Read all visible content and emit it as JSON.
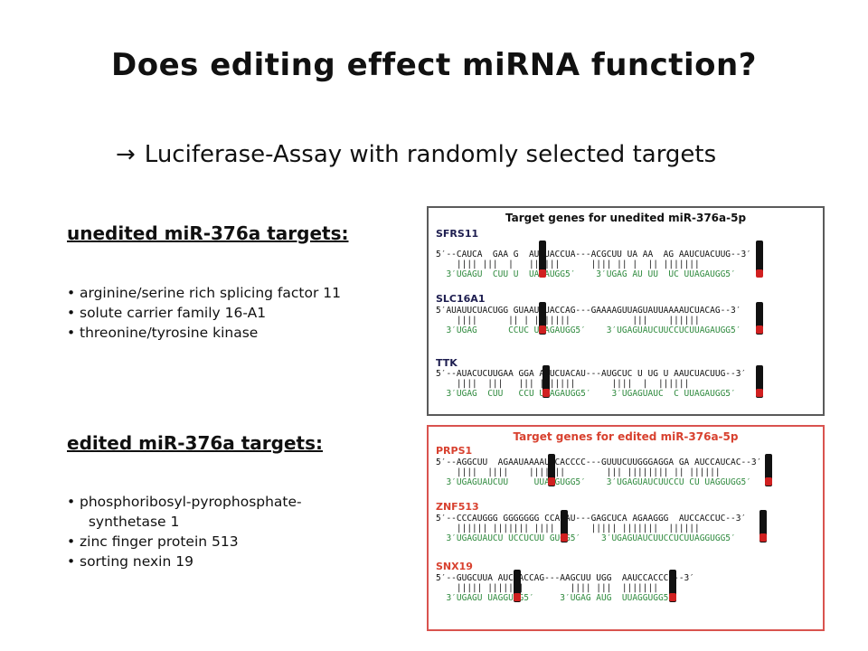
{
  "title": "Does editing effect miRNA function?",
  "subtitle": {
    "arrow": "→",
    "text": "Luciferase-Assay with randomly selected targets"
  },
  "unedited": {
    "heading": "unedited miR-376a targets:",
    "items": [
      "arginine/serine rich splicing factor 11",
      "solute carrier family 16-A1",
      "threonine/tyrosine kinase"
    ]
  },
  "edited": {
    "heading": "edited miR-376a targets:",
    "items": [
      "phosphoribosyl-pyrophosphate-  synthetase 1",
      "zinc finger protein 513",
      "sorting nexin 19"
    ]
  },
  "figure": {
    "unedited_panel": {
      "title": "Target genes for unedited miR-376a-5p",
      "genes": [
        {
          "name": "SFRS11",
          "mrna": "5′--CAUCA  GAA G  AUCUACCUA---ACGCUU UA AA  AG AAUCUACUUG--3′",
          "pair": "    |||| |||  |   ||||||      |||| || |  || |||||||",
          "mirna": "  3′UGAGU  CUU U  UAGAUGG5′    3′UGAG AU UU  UC UUAGAUGG5′"
        },
        {
          "name": "SLC16A1",
          "mrna": "5′AUAUUCUACUGG GUAAUCUACCAG---GAAAAGUUAGUAUUAAAAUCUACAG--3′",
          "pair": "    ||||      || | |||||||            |||    ||||||",
          "mirna": "  3′UGAG      CCUC UUAGAUGG5′    3′UGAGUAUCUUCCUCUUAGAUGG5′"
        },
        {
          "name": "TTK",
          "mrna": "5′--AUACUCUUGAA GGA AAUCUACAU---AUGCUC U UG U AAUCUACUUG--3′",
          "pair": "    ||||  |||   ||| |||||||       ||||  |  ||||||",
          "mirna": "  3′UGAG  CUU   CCU UUAGAUGG5′    3′UGAGUAUC  C UUAGAUGG5′"
        }
      ]
    },
    "edited_panel": {
      "title": "Target genes for edited miR-376a-5p",
      "genes": [
        {
          "name": "PRPS1",
          "mrna": "5′--AGGCUU  AGAAUAAAAUCCACCCC---GUUUCUUGGGAGGA GA AUCCAUCAC--3′",
          "pair": "    ||||  ||||    |||||||        ||| |||||||| || ||||||",
          "mirna": "  3′UGAGUAUCUU     UUAGGUGG5′    3′UGAGUAUCUUCCU CU UAGGUGG5′"
        },
        {
          "name": "ZNF513",
          "mrna": "5′--CCCAUGGG GGGGGGG CCAUAU---GAGCUCA AGAAGGG  AUCCACCUC--3′",
          "pair": "    |||||| ||||||| ||||       ||||| |||||||  ||||||",
          "mirna": "  3′UGAGUAUCU UCCUCUU GUGG5′    3′UGAGUAUCUUCCUCUUAGGUGG5′"
        },
        {
          "name": "SNX19",
          "mrna": "5′--GUGCUUA AUCCACCAG---AAGCUU UGG  AAUCCACCCC--3′",
          "pair": "    ||||| |||||||         |||| |||  |||||||",
          "mirna": "  3′UGAGU UAGGUGG5′     3′UGAG AUG  UUAGGUGG5′"
        }
      ]
    }
  }
}
